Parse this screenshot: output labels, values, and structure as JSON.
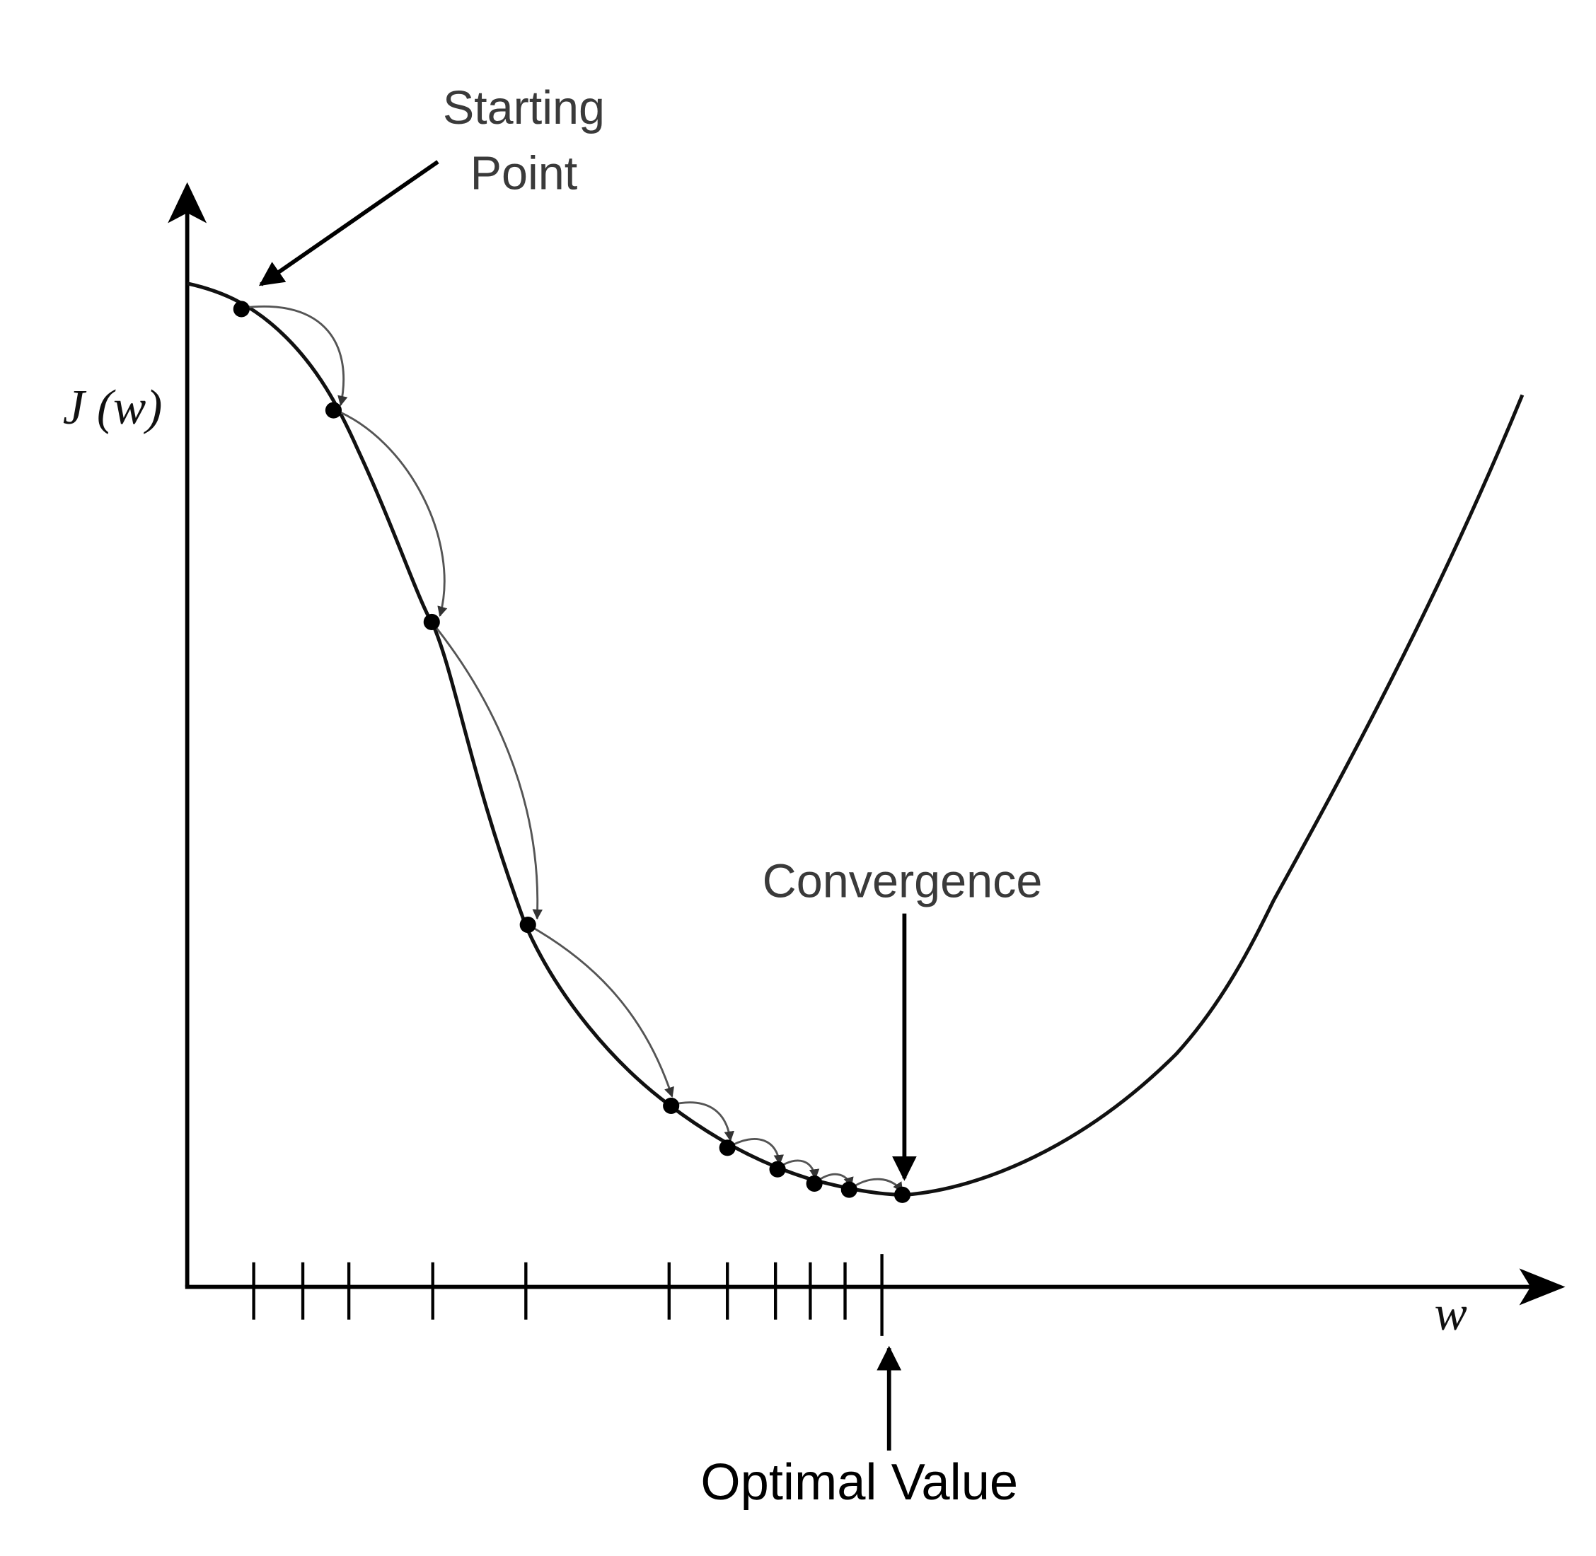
{
  "labels": {
    "starting_point_line1": "Starting",
    "starting_point_line2": "Point",
    "y_axis_label": "J (w)",
    "x_axis_label": "w",
    "convergence": "Convergence",
    "optimal_value": "Optimal Value"
  },
  "colors": {
    "curve": "#111111",
    "step_arrows": "#555555",
    "points": "#000000",
    "axes": "#000000",
    "background": "#ffffff"
  },
  "descent": {
    "step_count": 10,
    "w_tick_count": 11
  }
}
